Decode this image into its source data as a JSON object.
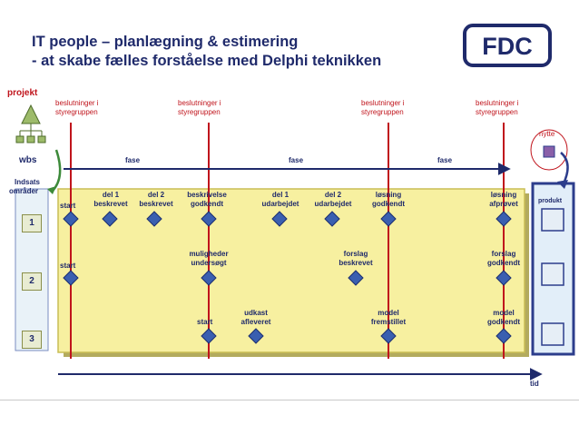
{
  "title": {
    "line1": "IT people – planlægning & estimering",
    "line2": "- at skabe fælles forståelse med Delphi teknikken"
  },
  "logo": {
    "text": "FDC"
  },
  "left": {
    "projekt": "projekt",
    "wbs": "wbs",
    "indsats": "Indsats",
    "omraader": "områder"
  },
  "lanes": [
    "1",
    "2",
    "3"
  ],
  "steering": [
    "beslutninger i",
    "styregruppen"
  ],
  "fase": "fase",
  "nytte": "nytte",
  "produkt": "produkt",
  "tid": "tid",
  "row1": [
    "start",
    "del 1",
    "beskrevet",
    "del 2",
    "beskrevet",
    "beskrivelse",
    "godkendt",
    "del 1",
    "udarbejdet",
    "del 2",
    "udarbejdet",
    "løsning",
    "godkendt",
    "løsning",
    "afprøvet"
  ],
  "row2": [
    "start",
    "muligheder",
    "undersøgt",
    "forslag",
    "beskrevet",
    "forslag",
    "godkendt"
  ],
  "row3": [
    "udkast",
    "afleveret",
    "start",
    "model",
    "fremstillet",
    "model",
    "godkendt"
  ],
  "colors": {
    "navy": "#1f2a6b",
    "red": "#c0141c",
    "track": "#f7f0a0",
    "frame": "#c9bd55",
    "diamond": "#3a5fb0"
  }
}
